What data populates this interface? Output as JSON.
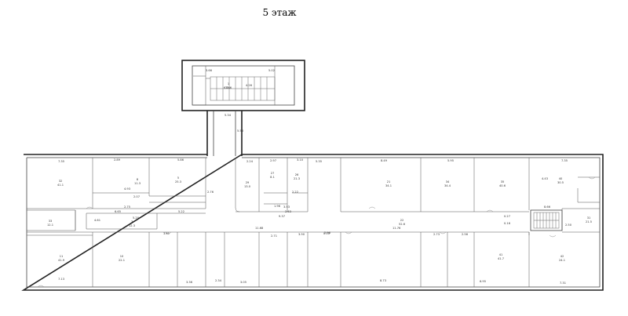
{
  "title": "5 этаж",
  "rooms": [
    {
      "number": "1",
      "area": "35.6"
    },
    {
      "number": "32",
      "area": "41.1"
    },
    {
      "number": "8",
      "area": "11.3"
    },
    {
      "number": "5",
      "area": "25.3"
    },
    {
      "number": "33",
      "area": "12.1"
    },
    {
      "number": "7",
      "area": "12.3"
    },
    {
      "number": "11",
      "area": "41.9"
    },
    {
      "number": "10",
      "area": "22.1"
    },
    {
      "number": "29",
      "area": "13.0"
    },
    {
      "number": "27",
      "area": "8.1"
    },
    {
      "number": "26",
      "area": "21.3"
    },
    {
      "number": "21",
      "area": "34.1"
    },
    {
      "number": "34",
      "area": "34.4"
    },
    {
      "number": "35",
      "area": "40.6"
    },
    {
      "number": "40",
      "area": "30.5"
    },
    {
      "number": "22",
      "area": "52.6"
    },
    {
      "number": "41",
      "area": "41.7"
    },
    {
      "number": "42",
      "area": "24.1"
    },
    {
      "number": "31",
      "area": "21.5"
    }
  ],
  "dimensions": [
    "3.66",
    "5.02",
    "6.24",
    "5.34",
    "5.56",
    "7.35",
    "2.89",
    "5.86",
    "4.61",
    "6.65",
    "5.20",
    "2.75",
    "2.07",
    "4.93",
    "5.22",
    "3.61",
    "2.76",
    "11.68",
    "2.71",
    "3.90",
    "2.96",
    "11.76",
    "2.73",
    "2.56",
    "8.49",
    "5.95",
    "7.35",
    "3.36",
    "2.34",
    "3.05",
    "7.13",
    "8.73",
    "6.95",
    "7.31",
    "0.27",
    "0.16",
    "8.66",
    "2.50",
    "1.96",
    "3.53",
    "9.37",
    "3.10",
    "5.35",
    "4.26",
    "4.43",
    "0.10",
    "2.24",
    "2.97",
    "2.22",
    "2.63"
  ]
}
